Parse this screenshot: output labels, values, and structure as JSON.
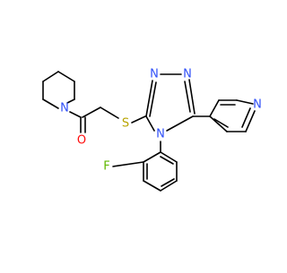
{
  "molecule": {
    "atom_labels": {
      "piperidine_n": "N",
      "carbonyl_o": "O",
      "thioether_s": "S",
      "triazole_n1": "N",
      "triazole_n2": "N",
      "triazole_n4": "N",
      "pyridine_n": "N",
      "fluoro": "F"
    },
    "colors": {
      "bond": "#000000",
      "nitrogen": "#3050F8",
      "oxygen": "#FF0D0D",
      "sulfur": "#B8A400",
      "fluorine": "#5FB800",
      "background": "#ffffff"
    }
  }
}
